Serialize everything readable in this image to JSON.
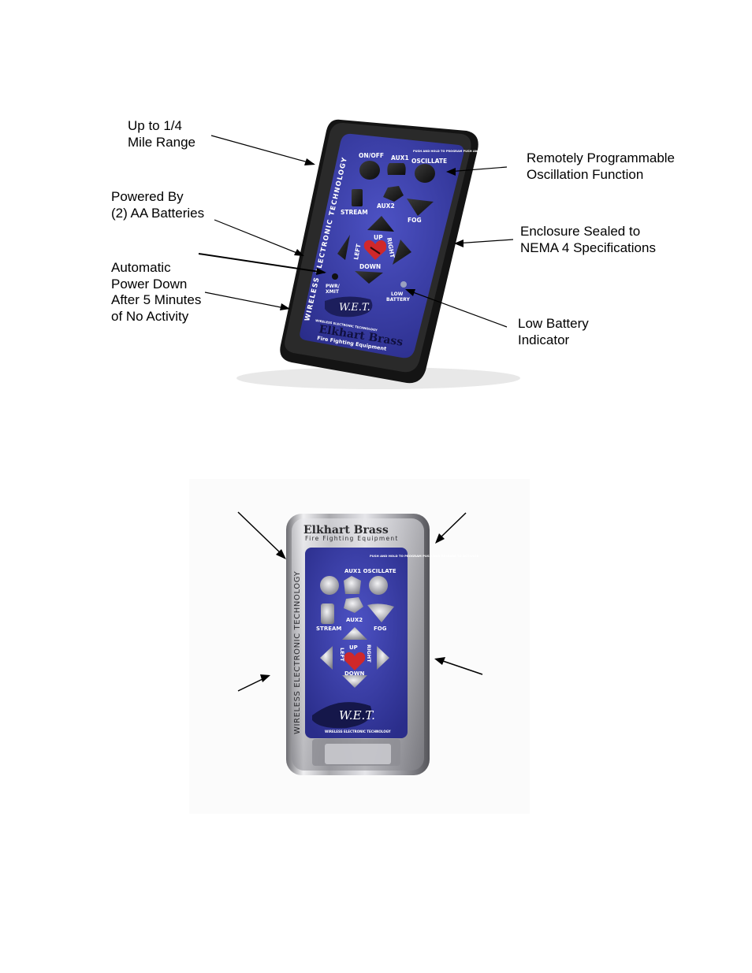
{
  "callouts": {
    "range": [
      "Up to 1/4",
      "Mile Range"
    ],
    "oscillation": [
      "Remotely Programmable",
      "Oscillation Function"
    ],
    "batteries": [
      "Powered By",
      "(2) AA Batteries"
    ],
    "enclosure": [
      "Enclosure Sealed to",
      "NEMA 4 Specifications"
    ],
    "power_down": [
      "Automatic",
      "Power Down",
      "After 5 Minutes",
      "of No Activity"
    ],
    "low_battery": [
      "Low Battery",
      "Indicator"
    ]
  },
  "remote_black": {
    "side_text": "WIRELESS ELECTRONIC TECHNOLOGY",
    "buttons": {
      "on_off": "ON/OFF",
      "aux1": "AUX1",
      "oscillate": "OSCILLATE",
      "oscillate_note": "PUSH AND HOLD TO PROGRAM PUSH AND RELEASE TO ACTIVATE",
      "stream": "STREAM",
      "aux2": "AUX2",
      "fog": "FOG",
      "up": "UP",
      "down": "DOWN",
      "left": "LEFT",
      "right": "RIGHT"
    },
    "indicators": {
      "pwr_xmit": [
        "PWR/",
        "XMIT"
      ],
      "low_battery": [
        "LOW",
        "BATTERY"
      ]
    },
    "logo": "W.E.T.",
    "brand_small": "WIRELESS ELECTRONIC TECHNOLOGY",
    "brand": "Elkhart Brass",
    "brand_sub": "Fire Fighting Equipment"
  },
  "remote_chrome": {
    "brand": "Elkhart Brass",
    "brand_sub": "Fire Fighting Equipment",
    "side_text": "WIRELESS ELECTRONIC TECHNOLOGY",
    "oscillate_note": "PUSH AND HOLD TO PROGRAM PUSH AND RELEASE TO ACTIVATE",
    "aux1_oscillate": "AUX1 OSCILLATE",
    "stream": "STREAM",
    "aux2": "AUX2",
    "fog": "FOG",
    "up": "UP",
    "down": "DOWN",
    "left": "LEFT",
    "right": "RIGHT",
    "logo": "W.E.T.",
    "brand_small": "WIRELESS ELECTRONIC TECHNOLOGY"
  },
  "colors": {
    "panel_blue": "#3b3fa8",
    "panel_blue_dark": "#23267a",
    "case_black": "#1c1c1c",
    "chrome": "#c9c9cc",
    "heart_red": "#d0282a"
  }
}
